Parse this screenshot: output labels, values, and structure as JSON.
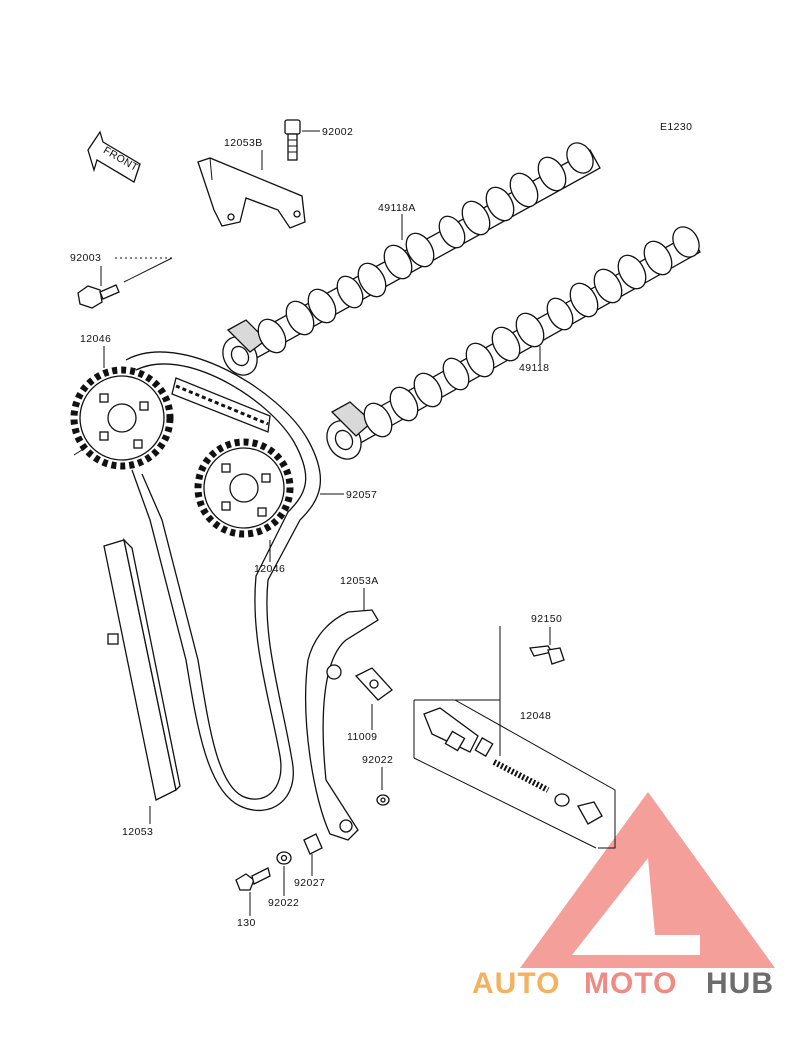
{
  "diagram": {
    "code": "E1230",
    "front_label": "FRONT",
    "parts": [
      {
        "id": "p-92002",
        "number": "92002"
      },
      {
        "id": "p-12053B",
        "number": "12053B"
      },
      {
        "id": "p-49118A",
        "number": "49118A"
      },
      {
        "id": "p-92003",
        "number": "92003"
      },
      {
        "id": "p-12046a",
        "number": "12046"
      },
      {
        "id": "p-49118",
        "number": "49118"
      },
      {
        "id": "p-92057",
        "number": "92057"
      },
      {
        "id": "p-12046b",
        "number": "12046"
      },
      {
        "id": "p-12053A",
        "number": "12053A"
      },
      {
        "id": "p-92150",
        "number": "92150"
      },
      {
        "id": "p-12048",
        "number": "12048"
      },
      {
        "id": "p-11009",
        "number": "11009"
      },
      {
        "id": "p-92022a",
        "number": "92022"
      },
      {
        "id": "p-12053",
        "number": "12053"
      },
      {
        "id": "p-92027",
        "number": "92027"
      },
      {
        "id": "p-92022b",
        "number": "92022"
      },
      {
        "id": "p-130",
        "number": "130"
      }
    ]
  },
  "watermark": {
    "part1": "AUTO",
    "part2": "MOTO",
    "part3": "HUB",
    "colors": {
      "auto": "#f4b25e",
      "moto": "#f08b84",
      "hub": "#6d6d6d",
      "triangle": "#f27f7a"
    }
  }
}
